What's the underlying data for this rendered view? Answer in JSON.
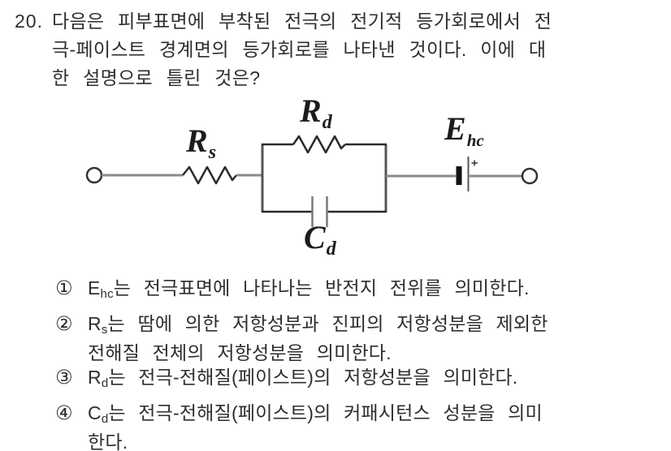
{
  "question": {
    "number": "20.",
    "lines": [
      "다음은 피부표면에 부착된 전극의 전기적 등가회로에서 전",
      "극-페이스트 경계면의 등가회로를 나타낸 것이다. 이에 대",
      "한 설명으로 틀린 것은?"
    ]
  },
  "circuit": {
    "labels": {
      "rs": {
        "main": "R",
        "sub": "s"
      },
      "rd": {
        "main": "R",
        "sub": "d"
      },
      "cd": {
        "main": "C",
        "sub": "d"
      },
      "ehc": {
        "main": "E",
        "sub": "hc"
      }
    },
    "battery_plus": "+",
    "wire_color": "#8a8a8a",
    "component_color": "#2a2a2a",
    "box_color": "#555555",
    "plate_color": "#7a7a7a"
  },
  "choices": [
    {
      "marker": "①",
      "sym_main": "E",
      "sym_sub": "hc",
      "line1": "는 전극표면에 나타나는 반전지 전위를 의미한다.",
      "line2": ""
    },
    {
      "marker": "②",
      "sym_main": "R",
      "sym_sub": "s",
      "line1": "는 땀에 의한 저항성분과 진피의 저항성분을 제외한",
      "line2": "전해질 전체의 저항성분을 의미한다."
    },
    {
      "marker": "③",
      "sym_main": "R",
      "sym_sub": "d",
      "line1": "는 전극-전해질(페이스트)의 저항성분을 의미한다.",
      "line2": ""
    },
    {
      "marker": "④",
      "sym_main": "C",
      "sym_sub": "d",
      "line1": "는 전극-전해질(페이스트)의 커패시턴스 성분을 의미",
      "line2": "한다."
    }
  ]
}
